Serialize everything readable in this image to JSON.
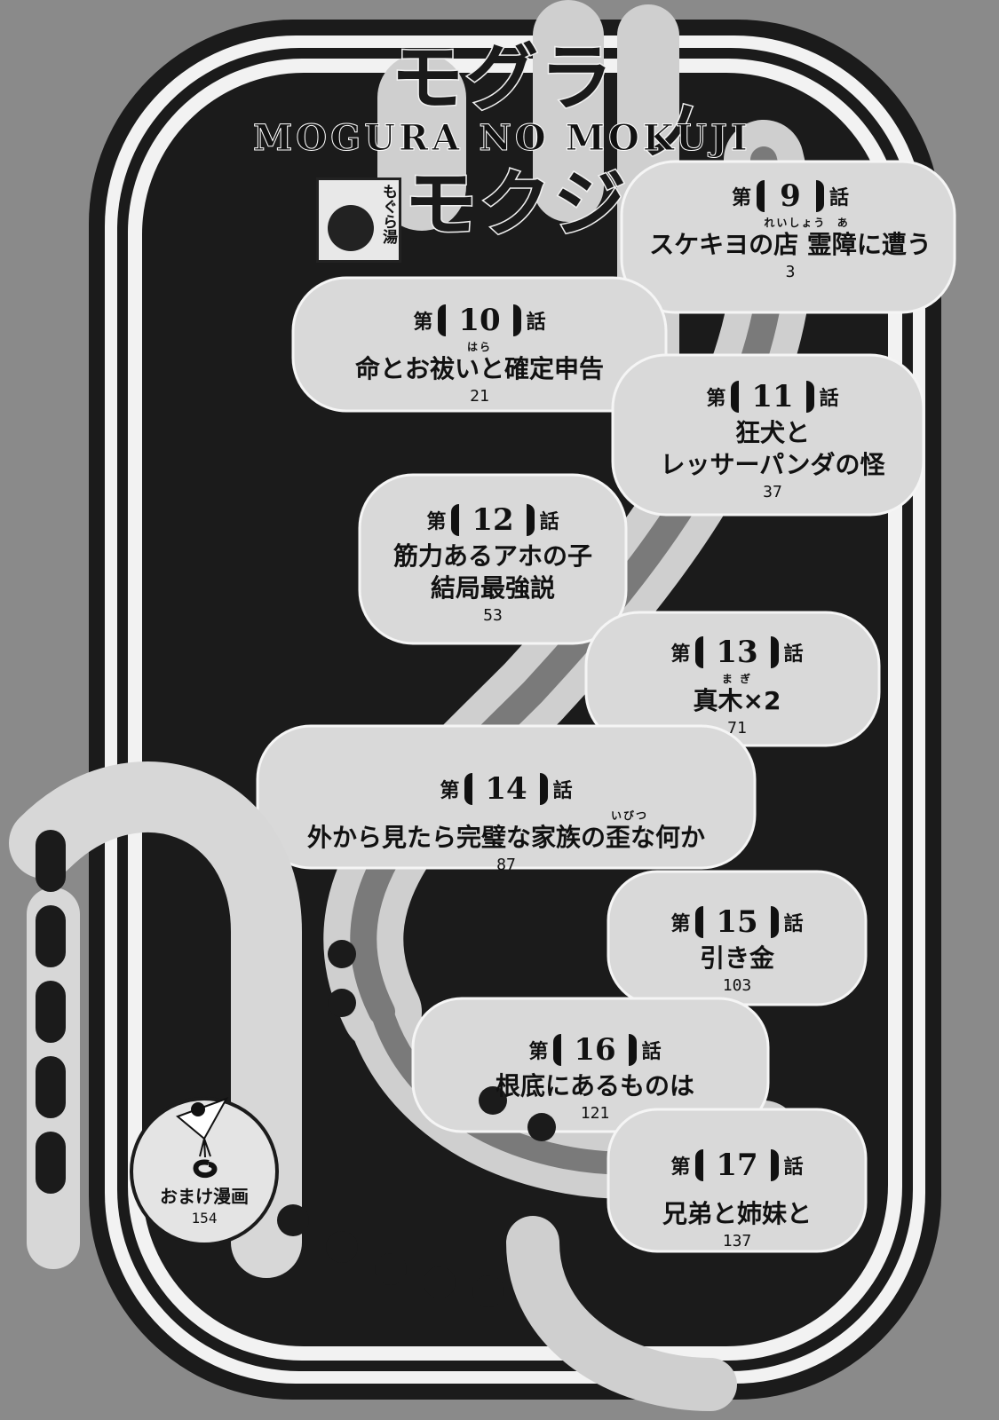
{
  "title": {
    "jp_line1": "モグラ",
    "jp_separator": "ノ",
    "jp_line2": "モクジ",
    "english": "MOGURA NO MOKUJI"
  },
  "stamp": {
    "text": "もぐら湯"
  },
  "chapter_prefix": "第",
  "chapter_suffix": "話",
  "chapters": [
    {
      "number": "9",
      "ruby": "      れいしょう  あ",
      "title": "スケキヨの店 霊障に遭う",
      "title2": "",
      "page": "3"
    },
    {
      "number": "10",
      "ruby": "はら",
      "title": "命とお祓いと確定申告",
      "title2": "",
      "page": "21"
    },
    {
      "number": "11",
      "ruby": "",
      "title": "狂犬と",
      "title2": "レッサーパンダの怪",
      "page": "37"
    },
    {
      "number": "12",
      "ruby": "",
      "title": "筋力あるアホの子",
      "title2": "結局最強説",
      "page": "53"
    },
    {
      "number": "13",
      "ruby": "ま ぎ",
      "title": "真木×2",
      "title2": "",
      "page": "71"
    },
    {
      "number": "14",
      "ruby": "いびつ",
      "title": "外から見たら完璧な家族の歪な何か",
      "title2": "",
      "page": "87"
    },
    {
      "number": "15",
      "ruby": "",
      "title": "引き金",
      "title2": "",
      "page": "103"
    },
    {
      "number": "16",
      "ruby": "",
      "title": "根底にあるものは",
      "title2": "",
      "page": "121"
    },
    {
      "number": "17",
      "ruby": "",
      "title": "兄弟と姉妹と",
      "title2": "",
      "page": "137"
    }
  ],
  "bonus": {
    "label": "おまけ漫画",
    "page": "154"
  }
}
